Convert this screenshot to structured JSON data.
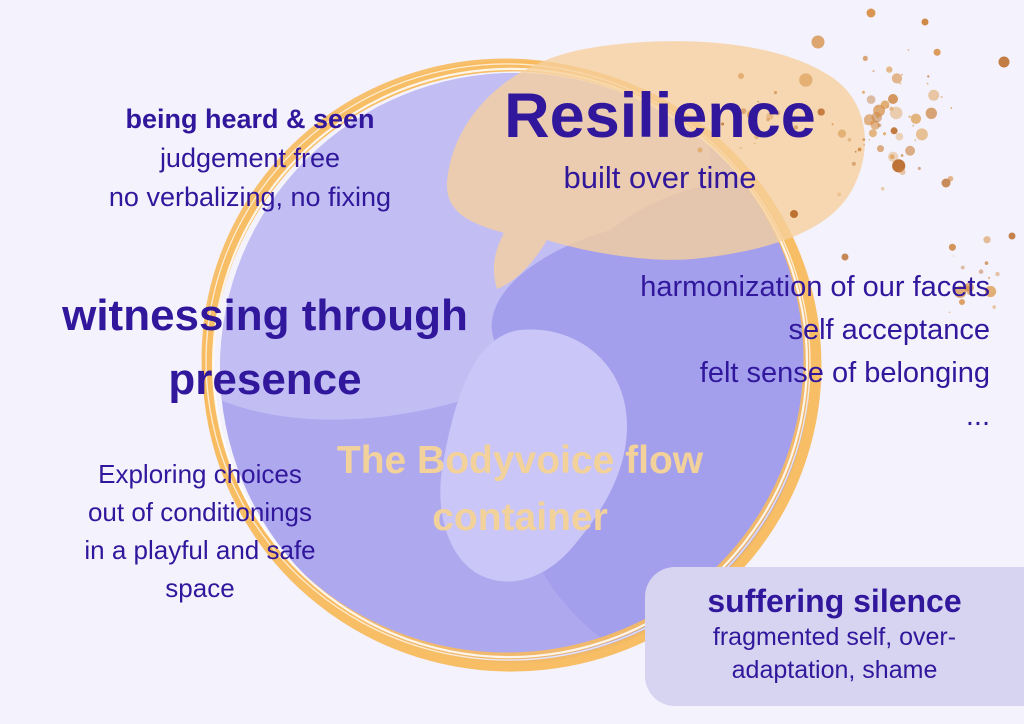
{
  "palette": {
    "background": "#f4f2fc",
    "text_dark_purple": "#31179c",
    "title_cream": "#f2d29a",
    "card_lavender": "#d7d4f1",
    "circle_purple": "#aea9ef",
    "circle_patch_light": "#c2bef4",
    "circle_patch_lighter": "#cac6f7",
    "circle_patch_dark": "#a49fec",
    "ring_orange": "#f7ba5e",
    "blob_orange": "#f6cf9c",
    "speckle_colors": [
      "#c97a2e",
      "#d68e44",
      "#e0a968",
      "#b96a27"
    ]
  },
  "labels": {
    "being_heard": {
      "heading": "being heard & seen",
      "line2": "judgement free",
      "line3": "no verbalizing, no fixing"
    },
    "resilience": {
      "heading": "Resilience",
      "subheading": "built over time"
    },
    "witnessing": {
      "line1": "witnessing through",
      "line2": "presence"
    },
    "harmonization": {
      "line1": "harmonization of our facets",
      "line2": "self acceptance",
      "line3": "felt sense of belonging",
      "line4": "..."
    },
    "center_title": {
      "line1": "The Bodyvoice flow",
      "line2": "container"
    },
    "exploring": {
      "line1": "Exploring choices",
      "line2": "out of conditionings",
      "line3": "in a playful and safe",
      "line4": "space"
    },
    "suffering": {
      "heading": "suffering silence",
      "line2": "fragmented self, over-",
      "line3": "adaptation, shame"
    }
  }
}
